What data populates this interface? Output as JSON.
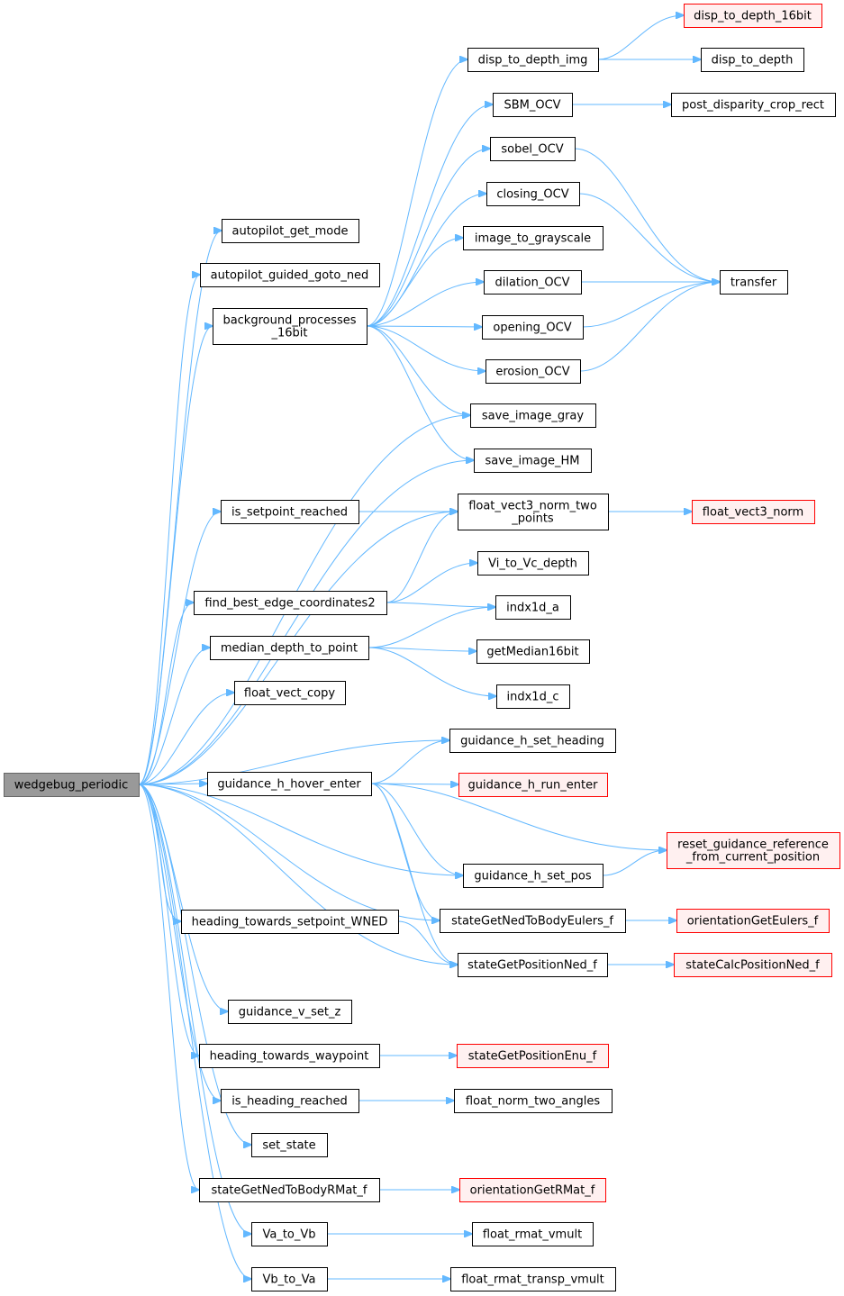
{
  "graph": {
    "root": "wedgebug_periodic",
    "colors": {
      "edge": "#63b8ff",
      "root_fill": "#999999",
      "root_border": "#666666",
      "node_fill": "#ffffff",
      "node_border": "#000000",
      "truncated_fill": "#fff0f0",
      "truncated_border": "#ff0000"
    },
    "nodes": [
      {
        "id": "wedgebug_periodic",
        "lines": [
          "wedgebug_periodic"
        ],
        "style": "root"
      },
      {
        "id": "autopilot_get_mode",
        "lines": [
          "autopilot_get_mode"
        ],
        "style": "normal"
      },
      {
        "id": "autopilot_guided_goto_ned",
        "lines": [
          "autopilot_guided_goto_ned"
        ],
        "style": "normal"
      },
      {
        "id": "background_processes_16bit",
        "lines": [
          "background_processes",
          "_16bit"
        ],
        "style": "normal"
      },
      {
        "id": "is_setpoint_reached",
        "lines": [
          "is_setpoint_reached"
        ],
        "style": "normal"
      },
      {
        "id": "find_best_edge_coordinates2",
        "lines": [
          "find_best_edge_coordinates2"
        ],
        "style": "normal"
      },
      {
        "id": "median_depth_to_point",
        "lines": [
          "median_depth_to_point"
        ],
        "style": "normal"
      },
      {
        "id": "float_vect_copy",
        "lines": [
          "float_vect_copy"
        ],
        "style": "normal"
      },
      {
        "id": "guidance_h_hover_enter",
        "lines": [
          "guidance_h_hover_enter"
        ],
        "style": "normal"
      },
      {
        "id": "heading_towards_setpoint_WNED",
        "lines": [
          "heading_towards_setpoint_WNED"
        ],
        "style": "normal"
      },
      {
        "id": "guidance_v_set_z",
        "lines": [
          "guidance_v_set_z"
        ],
        "style": "normal"
      },
      {
        "id": "heading_towards_waypoint",
        "lines": [
          "heading_towards_waypoint"
        ],
        "style": "normal"
      },
      {
        "id": "is_heading_reached",
        "lines": [
          "is_heading_reached"
        ],
        "style": "normal"
      },
      {
        "id": "set_state",
        "lines": [
          "set_state"
        ],
        "style": "normal"
      },
      {
        "id": "stateGetNedToBodyRMat_f",
        "lines": [
          "stateGetNedToBodyRMat_f"
        ],
        "style": "normal"
      },
      {
        "id": "Va_to_Vb",
        "lines": [
          "Va_to_Vb"
        ],
        "style": "normal"
      },
      {
        "id": "Vb_to_Va",
        "lines": [
          "Vb_to_Va"
        ],
        "style": "normal"
      },
      {
        "id": "disp_to_depth_img",
        "lines": [
          "disp_to_depth_img"
        ],
        "style": "normal"
      },
      {
        "id": "SBM_OCV",
        "lines": [
          "SBM_OCV"
        ],
        "style": "normal"
      },
      {
        "id": "sobel_OCV",
        "lines": [
          "sobel_OCV"
        ],
        "style": "normal"
      },
      {
        "id": "closing_OCV",
        "lines": [
          "closing_OCV"
        ],
        "style": "normal"
      },
      {
        "id": "image_to_grayscale",
        "lines": [
          "image_to_grayscale"
        ],
        "style": "normal"
      },
      {
        "id": "dilation_OCV",
        "lines": [
          "dilation_OCV"
        ],
        "style": "normal"
      },
      {
        "id": "opening_OCV",
        "lines": [
          "opening_OCV"
        ],
        "style": "normal"
      },
      {
        "id": "erosion_OCV",
        "lines": [
          "erosion_OCV"
        ],
        "style": "normal"
      },
      {
        "id": "save_image_gray",
        "lines": [
          "save_image_gray"
        ],
        "style": "normal"
      },
      {
        "id": "save_image_HM",
        "lines": [
          "save_image_HM"
        ],
        "style": "normal"
      },
      {
        "id": "float_vect3_norm_two_points",
        "lines": [
          "float_vect3_norm_two",
          "_points"
        ],
        "style": "normal"
      },
      {
        "id": "Vi_to_Vc_depth",
        "lines": [
          "Vi_to_Vc_depth"
        ],
        "style": "normal"
      },
      {
        "id": "indx1d_a",
        "lines": [
          "indx1d_a"
        ],
        "style": "normal"
      },
      {
        "id": "getMedian16bit",
        "lines": [
          "getMedian16bit"
        ],
        "style": "normal"
      },
      {
        "id": "indx1d_c",
        "lines": [
          "indx1d_c"
        ],
        "style": "normal"
      },
      {
        "id": "guidance_h_set_heading",
        "lines": [
          "guidance_h_set_heading"
        ],
        "style": "normal"
      },
      {
        "id": "guidance_h_run_enter",
        "lines": [
          "guidance_h_run_enter"
        ],
        "style": "truncated"
      },
      {
        "id": "guidance_h_set_pos",
        "lines": [
          "guidance_h_set_pos"
        ],
        "style": "normal"
      },
      {
        "id": "stateGetNedToBodyEulers_f",
        "lines": [
          "stateGetNedToBodyEulers_f"
        ],
        "style": "normal"
      },
      {
        "id": "stateGetPositionNed_f",
        "lines": [
          "stateGetPositionNed_f"
        ],
        "style": "normal"
      },
      {
        "id": "stateGetPositionEnu_f",
        "lines": [
          "stateGetPositionEnu_f"
        ],
        "style": "truncated"
      },
      {
        "id": "float_norm_two_angles",
        "lines": [
          "float_norm_two_angles"
        ],
        "style": "normal"
      },
      {
        "id": "orientationGetRMat_f",
        "lines": [
          "orientationGetRMat_f"
        ],
        "style": "truncated"
      },
      {
        "id": "float_rmat_vmult",
        "lines": [
          "float_rmat_vmult"
        ],
        "style": "normal"
      },
      {
        "id": "float_rmat_transp_vmult",
        "lines": [
          "float_rmat_transp_vmult"
        ],
        "style": "normal"
      },
      {
        "id": "disp_to_depth_16bit",
        "lines": [
          "disp_to_depth_16bit"
        ],
        "style": "truncated"
      },
      {
        "id": "disp_to_depth",
        "lines": [
          "disp_to_depth"
        ],
        "style": "normal"
      },
      {
        "id": "post_disparity_crop_rect",
        "lines": [
          "post_disparity_crop_rect"
        ],
        "style": "normal"
      },
      {
        "id": "transfer",
        "lines": [
          "transfer"
        ],
        "style": "normal"
      },
      {
        "id": "float_vect3_norm",
        "lines": [
          "float_vect3_norm"
        ],
        "style": "truncated"
      },
      {
        "id": "reset_guidance_reference_from_current_position",
        "lines": [
          "reset_guidance_reference",
          "_from_current_position"
        ],
        "style": "truncated"
      },
      {
        "id": "orientationGetEulers_f",
        "lines": [
          "orientationGetEulers_f"
        ],
        "style": "truncated"
      },
      {
        "id": "stateCalcPositionNed_f",
        "lines": [
          "stateCalcPositionNed_f"
        ],
        "style": "truncated"
      }
    ],
    "edges": [
      [
        "wedgebug_periodic",
        "autopilot_get_mode"
      ],
      [
        "wedgebug_periodic",
        "autopilot_guided_goto_ned"
      ],
      [
        "wedgebug_periodic",
        "background_processes_16bit"
      ],
      [
        "wedgebug_periodic",
        "save_image_gray"
      ],
      [
        "wedgebug_periodic",
        "save_image_HM"
      ],
      [
        "wedgebug_periodic",
        "is_setpoint_reached"
      ],
      [
        "wedgebug_periodic",
        "float_vect3_norm_two_points"
      ],
      [
        "wedgebug_periodic",
        "find_best_edge_coordinates2"
      ],
      [
        "wedgebug_periodic",
        "median_depth_to_point"
      ],
      [
        "wedgebug_periodic",
        "float_vect_copy"
      ],
      [
        "wedgebug_periodic",
        "guidance_h_set_heading"
      ],
      [
        "wedgebug_periodic",
        "guidance_h_hover_enter"
      ],
      [
        "wedgebug_periodic",
        "guidance_h_set_pos"
      ],
      [
        "wedgebug_periodic",
        "stateGetNedToBodyEulers_f"
      ],
      [
        "wedgebug_periodic",
        "heading_towards_setpoint_WNED"
      ],
      [
        "wedgebug_periodic",
        "stateGetPositionNed_f"
      ],
      [
        "wedgebug_periodic",
        "guidance_v_set_z"
      ],
      [
        "wedgebug_periodic",
        "heading_towards_waypoint"
      ],
      [
        "wedgebug_periodic",
        "is_heading_reached"
      ],
      [
        "wedgebug_periodic",
        "set_state"
      ],
      [
        "wedgebug_periodic",
        "stateGetNedToBodyRMat_f"
      ],
      [
        "wedgebug_periodic",
        "Va_to_Vb"
      ],
      [
        "wedgebug_periodic",
        "Vb_to_Va"
      ],
      [
        "background_processes_16bit",
        "disp_to_depth_img"
      ],
      [
        "background_processes_16bit",
        "SBM_OCV"
      ],
      [
        "background_processes_16bit",
        "sobel_OCV"
      ],
      [
        "background_processes_16bit",
        "closing_OCV"
      ],
      [
        "background_processes_16bit",
        "image_to_grayscale"
      ],
      [
        "background_processes_16bit",
        "dilation_OCV"
      ],
      [
        "background_processes_16bit",
        "opening_OCV"
      ],
      [
        "background_processes_16bit",
        "erosion_OCV"
      ],
      [
        "background_processes_16bit",
        "save_image_gray"
      ],
      [
        "background_processes_16bit",
        "save_image_HM"
      ],
      [
        "disp_to_depth_img",
        "disp_to_depth_16bit"
      ],
      [
        "disp_to_depth_img",
        "disp_to_depth"
      ],
      [
        "SBM_OCV",
        "post_disparity_crop_rect"
      ],
      [
        "sobel_OCV",
        "transfer"
      ],
      [
        "closing_OCV",
        "transfer"
      ],
      [
        "dilation_OCV",
        "transfer"
      ],
      [
        "opening_OCV",
        "transfer"
      ],
      [
        "erosion_OCV",
        "transfer"
      ],
      [
        "is_setpoint_reached",
        "float_vect3_norm_two_points"
      ],
      [
        "float_vect3_norm_two_points",
        "float_vect3_norm"
      ],
      [
        "find_best_edge_coordinates2",
        "float_vect3_norm_two_points"
      ],
      [
        "find_best_edge_coordinates2",
        "Vi_to_Vc_depth"
      ],
      [
        "find_best_edge_coordinates2",
        "indx1d_a"
      ],
      [
        "median_depth_to_point",
        "indx1d_a"
      ],
      [
        "median_depth_to_point",
        "getMedian16bit"
      ],
      [
        "median_depth_to_point",
        "indx1d_c"
      ],
      [
        "guidance_h_hover_enter",
        "guidance_h_set_heading"
      ],
      [
        "guidance_h_hover_enter",
        "guidance_h_run_enter"
      ],
      [
        "guidance_h_hover_enter",
        "reset_guidance_reference_from_current_position"
      ],
      [
        "guidance_h_hover_enter",
        "guidance_h_set_pos"
      ],
      [
        "guidance_h_hover_enter",
        "stateGetNedToBodyEulers_f"
      ],
      [
        "guidance_h_hover_enter",
        "stateGetPositionNed_f"
      ],
      [
        "guidance_h_set_pos",
        "reset_guidance_reference_from_current_position"
      ],
      [
        "stateGetNedToBodyEulers_f",
        "orientationGetEulers_f"
      ],
      [
        "heading_towards_setpoint_WNED",
        "stateGetPositionNed_f"
      ],
      [
        "stateGetPositionNed_f",
        "stateCalcPositionNed_f"
      ],
      [
        "heading_towards_waypoint",
        "stateGetPositionEnu_f"
      ],
      [
        "is_heading_reached",
        "float_norm_two_angles"
      ],
      [
        "stateGetNedToBodyRMat_f",
        "orientationGetRMat_f"
      ],
      [
        "Va_to_Vb",
        "float_rmat_vmult"
      ],
      [
        "Vb_to_Va",
        "float_rmat_transp_vmult"
      ]
    ]
  }
}
